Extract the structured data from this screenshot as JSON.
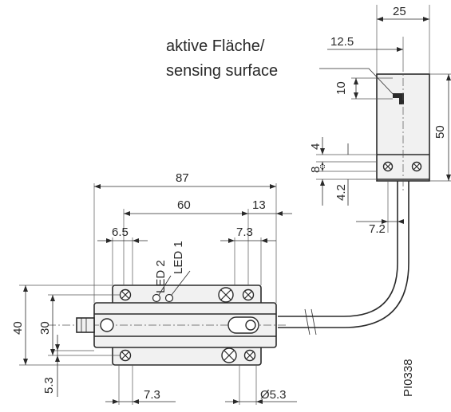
{
  "callout": {
    "line1": "aktive Fläche/",
    "line2": "sensing surface"
  },
  "dims": {
    "d25": "25",
    "d12_5": "12.5",
    "d10": "10",
    "d50": "50",
    "d4": "4",
    "d8": "8",
    "d4_2": "4.2",
    "d7_2": "7.2",
    "d87": "87",
    "d60": "60",
    "d13": "13",
    "d6_5": "6.5",
    "d7_3_top": "7.3",
    "d40": "40",
    "d30": "30",
    "d5_3": "5.3",
    "d7_3_bottom": "7.3",
    "dHole": "Ø5.3"
  },
  "leds": {
    "led2": "LED 2",
    "led1": "LED 1"
  },
  "drawing_id": "PI0338"
}
